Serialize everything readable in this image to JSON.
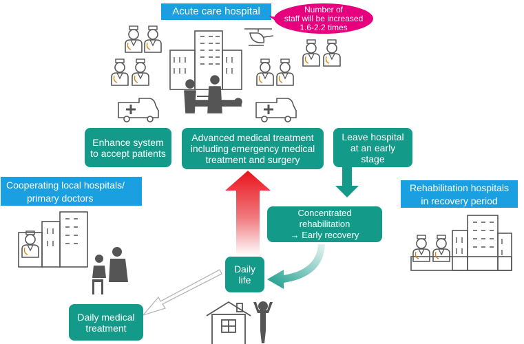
{
  "labels": {
    "acute_care": "Acute care hospital",
    "cooperating_line1": "Cooperating local hospitals/",
    "cooperating_line2": "primary doctors",
    "rehab_line1": "Rehabilitation hospitals",
    "rehab_line2": "in recovery period"
  },
  "bubble": {
    "line1": "Number of",
    "line2": "staff will be increased",
    "line3": "1.6-2.2 times"
  },
  "boxes": {
    "enhance_line1": "Enhance system",
    "enhance_line2": "to accept patients",
    "advanced_line1": "Advanced medical treatment",
    "advanced_line2": "including emergency medical",
    "advanced_line3": "treatment and surgery",
    "leave_line1": "Leave hospital",
    "leave_line2": "at an early stage",
    "rehab_line1": "Concentrated rehabilitation",
    "rehab_line2": "→ Early recovery",
    "daily_life_line1": "Daily",
    "daily_life_line2": "life",
    "daily_medical_line1": "Daily medical",
    "daily_medical_line2": "treatment"
  },
  "icons": [
    "doctor-icon",
    "hospital-building-icon",
    "ambulance-icon",
    "helicopter-icon",
    "surgery-icon",
    "house-icon",
    "person-icon",
    "consultation-icon"
  ],
  "colors": {
    "label_blue": "#1aa0e0",
    "box_teal": "#149a89",
    "bubble_pink": "#e6007e",
    "arrow_red": "#e8141c",
    "icon_gray": "#555555"
  }
}
